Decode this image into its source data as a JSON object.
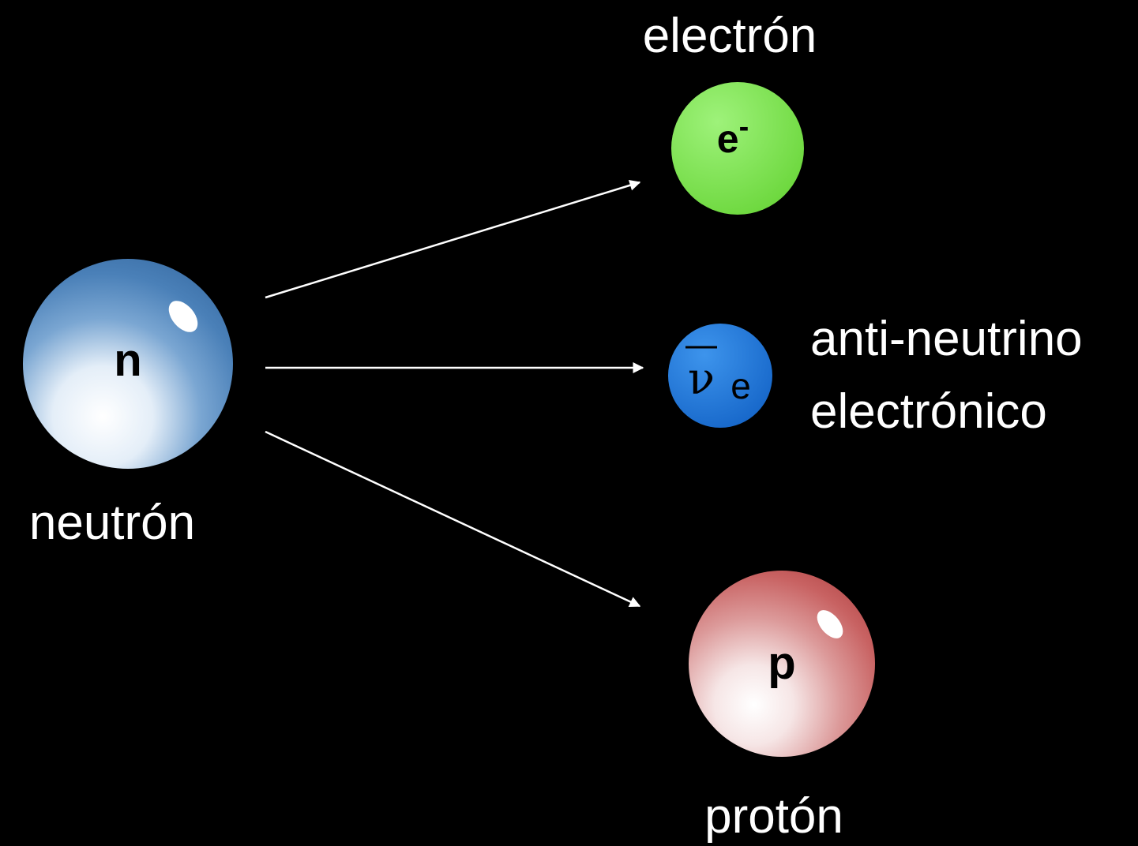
{
  "particles": {
    "neutron": {
      "symbol": "n",
      "label": "neutrón",
      "color": "#4a86c0"
    },
    "electron": {
      "symbol": "e",
      "superscript": "-",
      "label": "electrón",
      "color": "#7ddd44"
    },
    "antineutrino": {
      "symbol": "ν",
      "subscript": "e",
      "label_line1": "anti-neutrino",
      "label_line2": "electrónico",
      "color": "#1e74d6"
    },
    "proton": {
      "symbol": "p",
      "label": "protón",
      "color": "#cc5555"
    }
  },
  "background": "#000000",
  "arrow_color": "#ffffff"
}
